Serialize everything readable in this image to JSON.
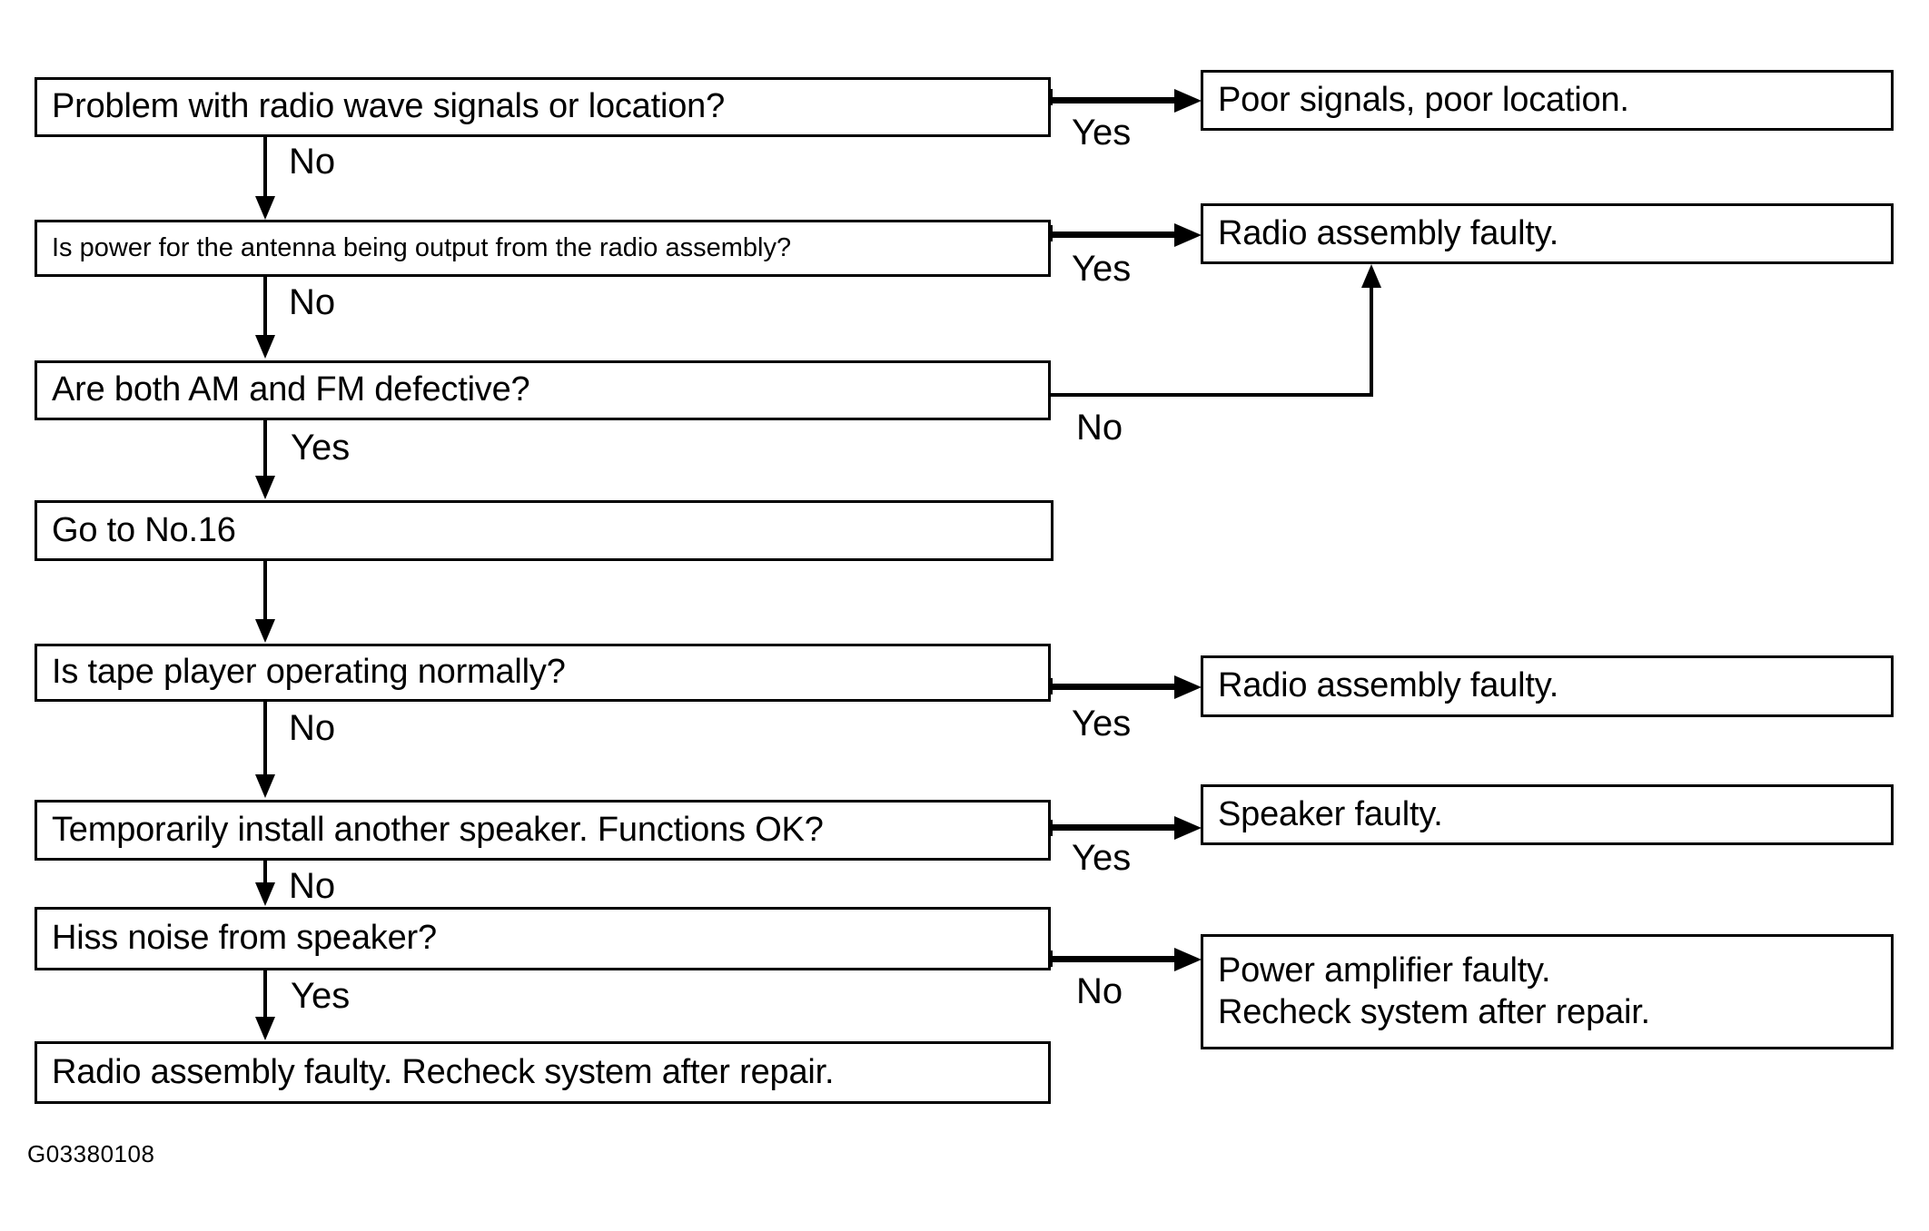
{
  "figure": {
    "caption": "G03380108",
    "colors": {
      "ink": "#000000",
      "paper": "#ffffff"
    }
  },
  "nodes": {
    "q1": {
      "text": "Problem with radio wave signals or location?"
    },
    "q2": {
      "text": "Is power for the antenna being output from the radio assembly?"
    },
    "q3": {
      "text": "Are both AM and FM defective?"
    },
    "q4": {
      "text": "Go to No.16"
    },
    "q5": {
      "text": "Is tape player operating normally?"
    },
    "q6": {
      "text": "Temporarily install another speaker. Functions OK?"
    },
    "q7": {
      "text": "Hiss noise from speaker?"
    },
    "r_final": {
      "text": "Radio assembly faulty. Recheck system after repair."
    },
    "o1": {
      "text": "Poor signals, poor location."
    },
    "o2": {
      "text": "Radio assembly faulty."
    },
    "o3": {
      "text": "Radio assembly faulty."
    },
    "o4": {
      "text": "Speaker faulty."
    },
    "o5": {
      "text": "Power amplifier faulty.\nRecheck system after repair."
    }
  },
  "edges": {
    "q1_no": "No",
    "q1_yes": "Yes",
    "q2_no": "No",
    "q2_yes": "Yes",
    "q3_yes": "Yes",
    "q3_no": "No",
    "q5_no": "No",
    "q5_yes": "Yes",
    "q6_no": "No",
    "q6_yes": "Yes",
    "q7_yes": "Yes",
    "q7_no": "No"
  }
}
